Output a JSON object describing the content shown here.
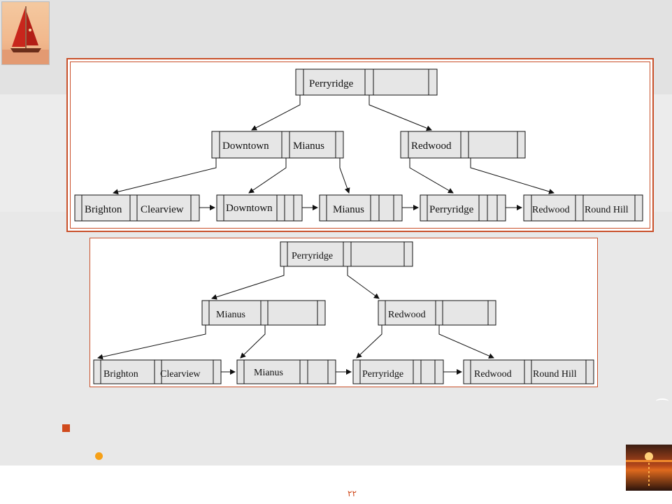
{
  "slide": {
    "page_number": "۲۲"
  },
  "tree_before": {
    "root": [
      "Perryridge",
      ""
    ],
    "internal": [
      [
        "Downtown",
        "Mianus"
      ],
      [
        "Redwood",
        ""
      ]
    ],
    "leaves": [
      [
        "Brighton",
        "Clearview"
      ],
      [
        "Downtown",
        ""
      ],
      [
        "Mianus",
        ""
      ],
      [
        "Perryridge",
        ""
      ],
      [
        "Redwood",
        "Round Hill"
      ]
    ]
  },
  "tree_after": {
    "root": [
      "Perryridge",
      ""
    ],
    "internal": [
      [
        "Mianus",
        ""
      ],
      [
        "Redwood",
        ""
      ]
    ],
    "leaves": [
      [
        "Brighton",
        "Clearview"
      ],
      [
        "Mianus",
        ""
      ],
      [
        "Perryridge",
        ""
      ],
      [
        "Redwood",
        "Round Hill"
      ]
    ]
  },
  "colors": {
    "frame": "#c9502a",
    "node_fill": "#e6e6e6",
    "bullet_square": "#d04a1c",
    "bullet_dot": "#f6a017"
  },
  "icons": {
    "logo": "sailboat-logo-icon",
    "corner": "sunset-icon"
  }
}
